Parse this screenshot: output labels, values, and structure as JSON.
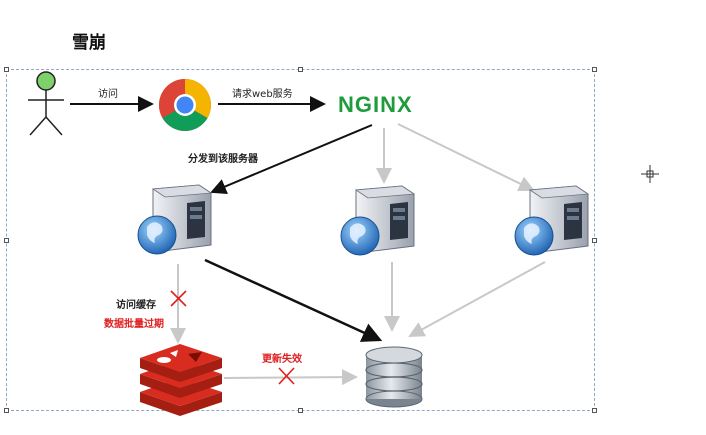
{
  "title": "雪崩",
  "nodes": {
    "user": "user-icon",
    "browser": "chrome-icon",
    "nginx": "NGINX",
    "servers": [
      "server-icon",
      "server-icon",
      "server-icon"
    ],
    "cache": "redis-icon",
    "database": "database-icon"
  },
  "edges": {
    "user_to_browser": "访问",
    "browser_to_nginx": "请求web服务",
    "nginx_to_server": "分发到该服务器",
    "server_to_cache": "访问缓存",
    "cache_expired": "数据批量过期",
    "cache_to_db": "更新失效"
  },
  "colors": {
    "accent_red": "#e02020",
    "nginx_green": "#1f9b3d",
    "arrow_dark": "#111111",
    "arrow_light": "#c8c8c8",
    "selection_border": "#8fa8c8"
  },
  "cursor": "crosshair-cursor-icon"
}
